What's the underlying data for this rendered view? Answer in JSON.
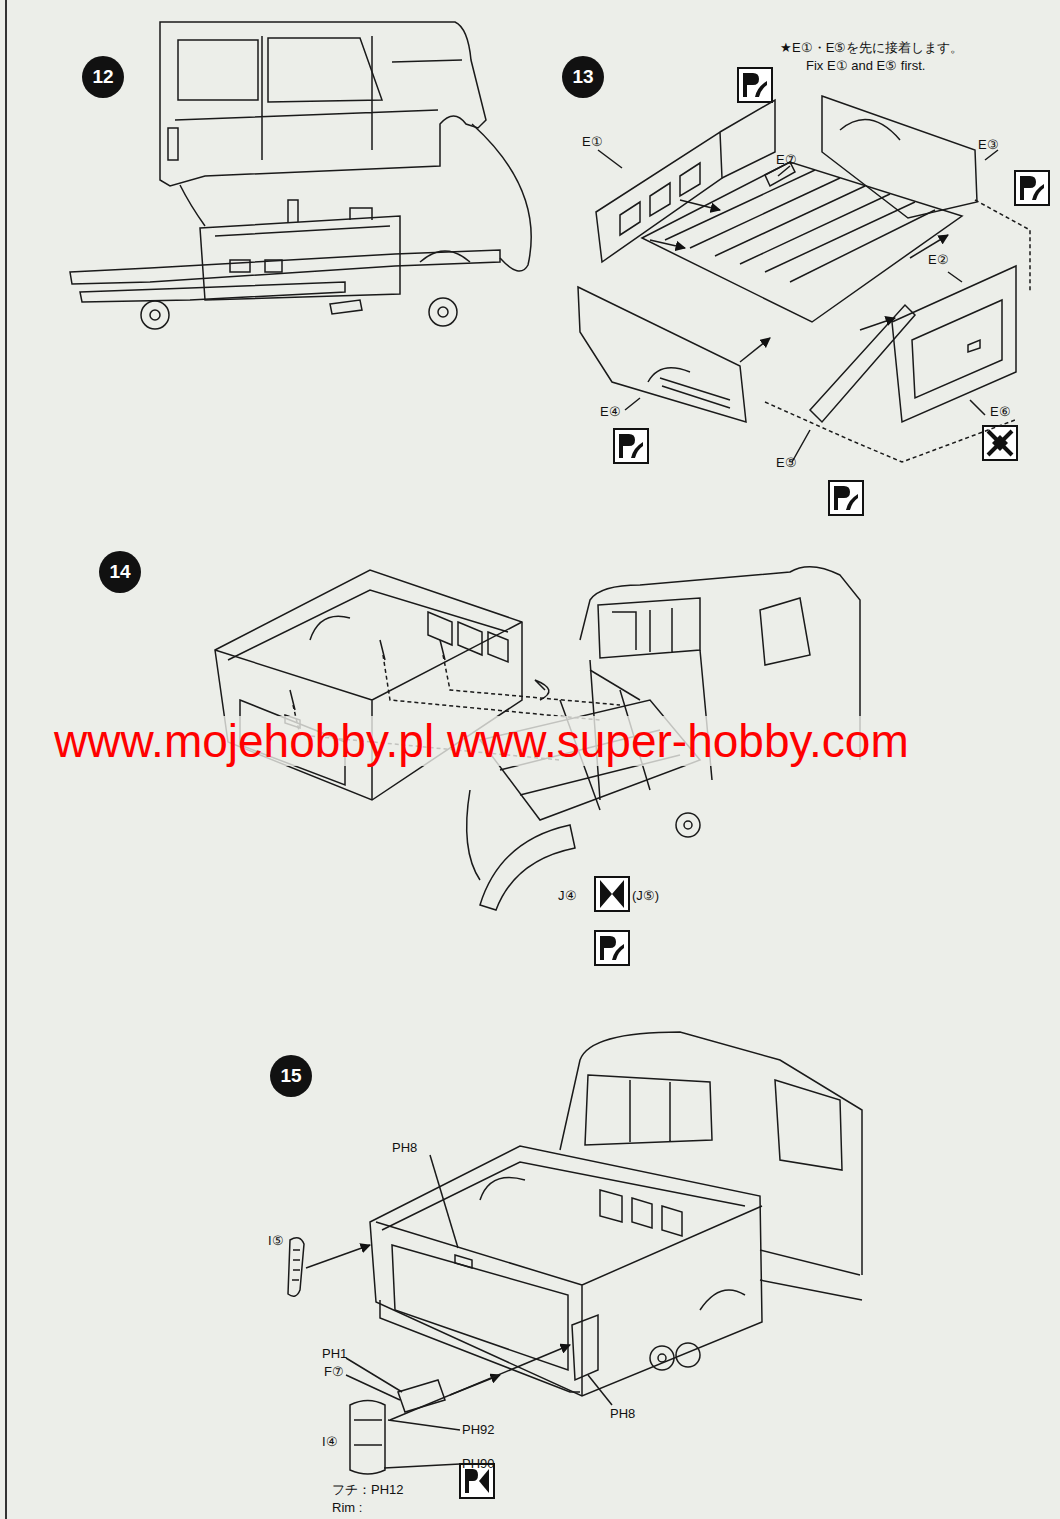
{
  "diagram": {
    "nodes": [
      {
        "text": [
          "12"
        ]
      },
      {
        "text": [
          "13"
        ]
      },
      {
        "text": [
          "14"
        ]
      },
      {
        "text": [
          "15"
        ]
      }
    ],
    "labels": [
      "★E①・E⑤を先に接着します。",
      "Fix E① and E⑤ first.",
      "E①",
      "E⑦",
      "E③",
      "E②",
      "E④",
      "E⑥",
      "E⑤",
      "J④",
      "(J⑤)",
      "PH8",
      "I⑤",
      "PH1",
      "F⑦",
      "I④",
      "PH92",
      "PH90",
      "PH8",
      "フチ：PH12",
      "Rim :",
      "www.mojehobby.pl www.super-hobby.com"
    ]
  }
}
